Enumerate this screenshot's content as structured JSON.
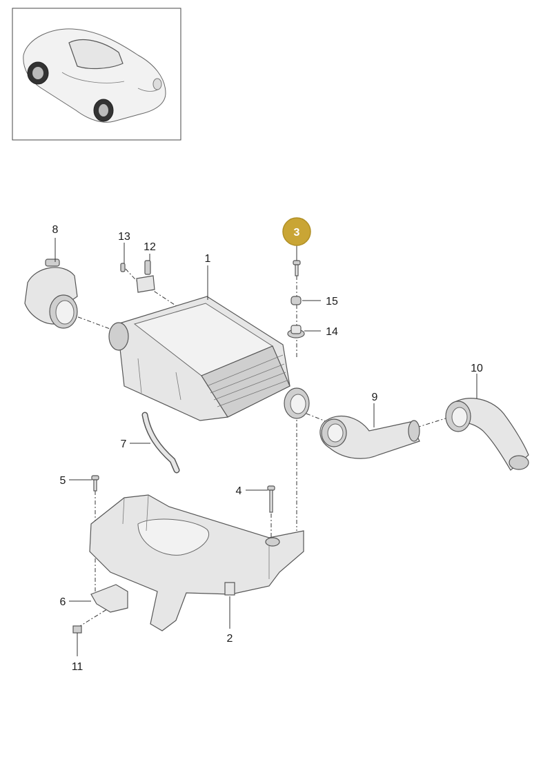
{
  "callouts": {
    "c1": "1",
    "c2": "2",
    "c3": "3",
    "c4": "4",
    "c5": "5",
    "c6": "6",
    "c7": "7",
    "c8": "8",
    "c9": "9",
    "c10": "10",
    "c11": "11",
    "c12": "12",
    "c13": "13",
    "c14": "14",
    "c15": "15"
  },
  "highlight": {
    "callout": "3",
    "color": "#c9a535"
  },
  "colors": {
    "part_fill": "#e6e6e6",
    "line": "#333333"
  }
}
